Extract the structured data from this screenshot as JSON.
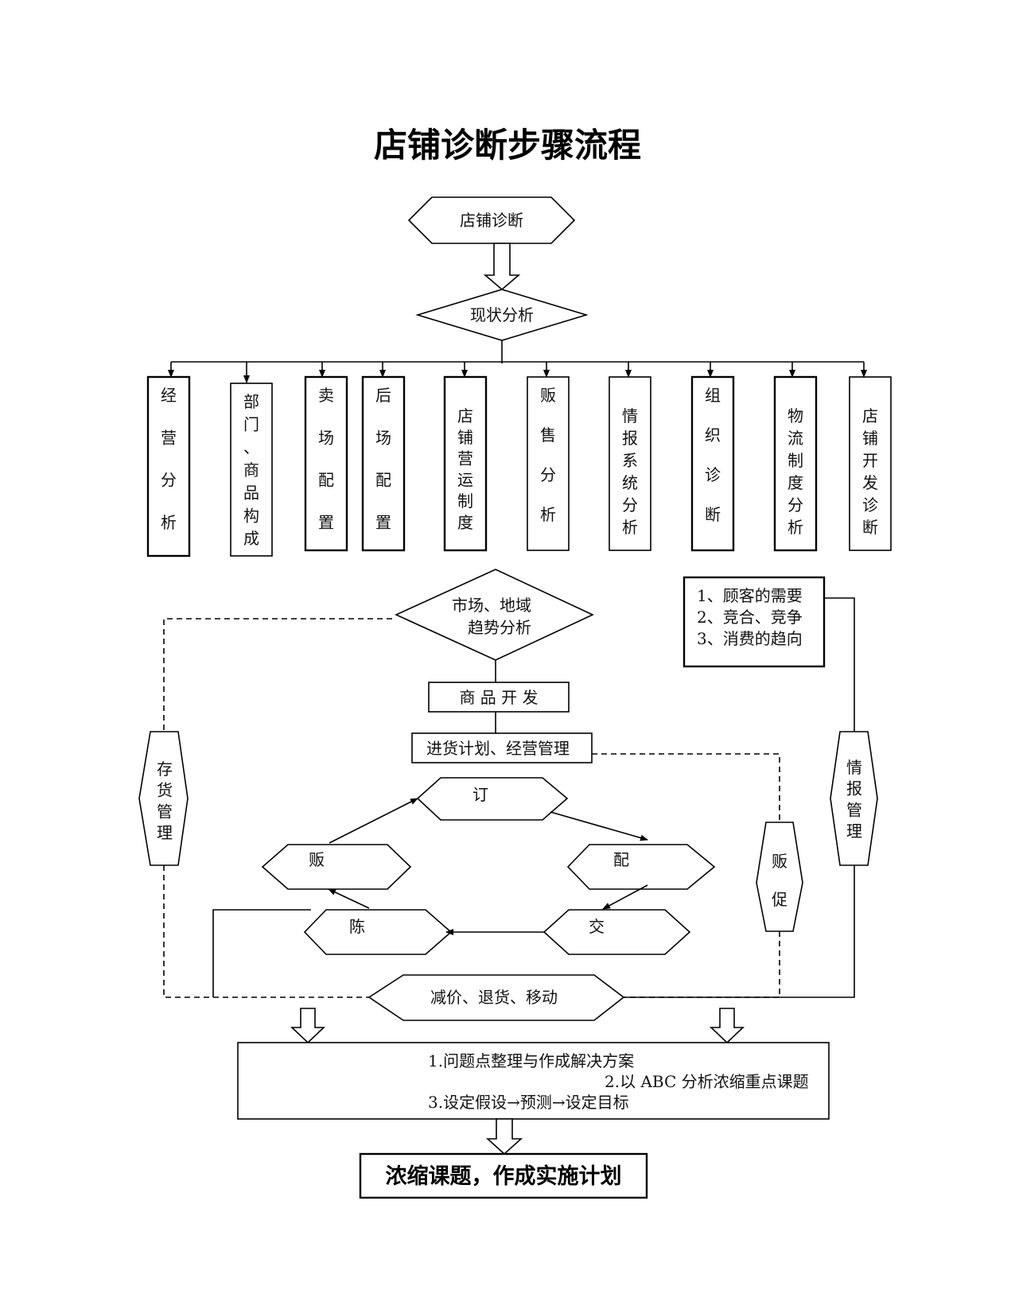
{
  "title": "店铺诊断步骤流程",
  "start": "店铺诊断",
  "status_analysis": "现状分析",
  "branches": [
    "经营分析",
    "部门、商品构成",
    "卖场配置",
    "后场配置",
    "店铺营运制度",
    "贩售分析",
    "情报系统分析",
    "组织诊断",
    "物流制度分析",
    "店铺开发诊断"
  ],
  "market_trend": [
    "市场、地域",
    "趋势分析"
  ],
  "customer_notes": [
    "1、顾客的需要",
    "2、竞合、竞争",
    "3、消费的趋向"
  ],
  "product_dev": "商 品 开 发",
  "purchase_plan": "进货计划、经营管理",
  "cycle": {
    "order": "订",
    "delivery": "配",
    "handover": "交",
    "display": "陈",
    "sales": "贩"
  },
  "side_labels": {
    "inventory": "存货管理",
    "promotion": "贩促",
    "info_mgmt": "情报管理"
  },
  "markdown": "减价、退货、移动",
  "summary": [
    "1.问题点整理与作成解决方案",
    "2.以 ABC 分析浓缩重点课题",
    "3.设定假设→预测→设定目标"
  ],
  "final": "浓缩课题，作成实施计划"
}
